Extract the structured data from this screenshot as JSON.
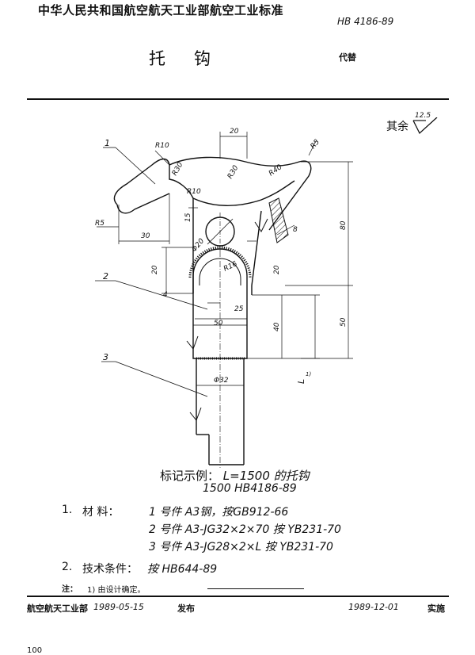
{
  "header": {
    "standard_title": "中华人民共和国航空航天工业部航空工业标准",
    "code": "HB 4186-89",
    "title": "托钩",
    "supersede": "代替"
  },
  "drawing": {
    "roughness_label": "其余",
    "roughness_value": "12.5",
    "labels": {
      "dim_20_top": "20",
      "r10_top": "R10",
      "r30_left": "R30",
      "r10_mid": "R10",
      "r5": "R5",
      "dim_30": "30",
      "r30_right": "R30",
      "r40": "R40",
      "r5_right": "R5",
      "dim_15": "15",
      "phi20": "Φ20",
      "dim_8": "8",
      "dim_80": "80",
      "r16": "R16",
      "dim_20_left": "20",
      "dim_20_right": "20",
      "dim_4": "4",
      "dim_25": "25",
      "dim_50_h": "50",
      "dim_40": "40",
      "dim_50_v": "50",
      "phi32": "Φ32",
      "dim_L": "L",
      "sup1": "1)"
    },
    "callouts": [
      "1",
      "2",
      "3"
    ]
  },
  "notes": {
    "example_label": "标记示例：",
    "example_text": "L=1500 的托钩",
    "example_code": "1500  HB4186-89",
    "material_num": "1.",
    "material_label": "材      料：",
    "material_lines": [
      "1 号件 A3钢，按GB912-66",
      "2 号件 A3-JG32×2×70 按 YB231-70",
      "3 号件 A3-JG28×2×L 按 YB231-70"
    ],
    "tech_num": "2.",
    "tech_label": "技术条件：",
    "tech_value": "按 HB644-89",
    "note_label": "注：",
    "note_text": "1) 由设计确定。"
  },
  "footer": {
    "issuer": "航空航天工业部",
    "issue_date": "1989-05-15",
    "issue_label": "发布",
    "impl_date": "1989-12-01",
    "impl_label": "实施",
    "page": "100"
  }
}
